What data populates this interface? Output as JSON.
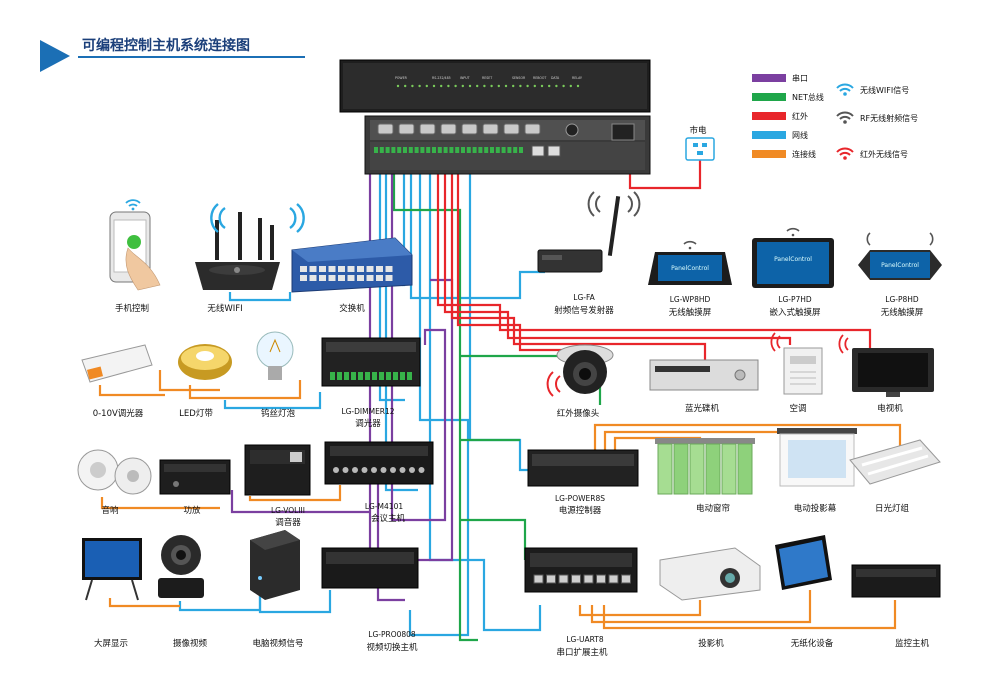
{
  "header": {
    "title": "可编程控制主机系统连接图"
  },
  "colors": {
    "serial": "#7b3fa0",
    "net": "#1fa64a",
    "ir": "#e8262b",
    "network": "#2aa7e1",
    "link": "#f08a24",
    "brand_blue": "#1b6fb5"
  },
  "legend": {
    "lines": [
      {
        "label": "串口",
        "color": "#7b3fa0"
      },
      {
        "label": "NET总线",
        "color": "#1fa64a"
      },
      {
        "label": "红外",
        "color": "#e8262b"
      },
      {
        "label": "网线",
        "color": "#2aa7e1"
      },
      {
        "label": "连接线",
        "color": "#f08a24"
      }
    ],
    "signals": [
      {
        "label": "无线WIFI信号",
        "icon": "wifi-icon",
        "color": "#2aa7e1"
      },
      {
        "label": "RF无线射频信号",
        "icon": "rf-signal-icon",
        "color": "#555555"
      },
      {
        "label": "红外无线信号",
        "icon": "ir-signal-icon",
        "color": "#e8262b"
      }
    ]
  },
  "power": {
    "label": "市电"
  },
  "host_panel": {
    "front": [
      "POWER",
      "RS-232/485",
      "INPUT",
      "RESET",
      "SENSOR",
      "REBOOT",
      "DATA",
      "RELAY"
    ]
  },
  "devices": {
    "phone": {
      "label": "手机控制"
    },
    "wifi_router": {
      "label": "无线WIFI"
    },
    "switch": {
      "label": "交换机"
    },
    "rf_emitter": {
      "model": "LG-FA",
      "label": "射频信号发射器"
    },
    "wp8hd": {
      "model": "LG-WP8HD",
      "label": "无线触摸屏",
      "screen_text": "PanelControl"
    },
    "p7hd": {
      "model": "LG-P7HD",
      "label": "嵌入式触摸屏",
      "screen_text": "PanelControl"
    },
    "p8hd": {
      "model": "LG-P8HD",
      "label": "无线触摸屏",
      "screen_text": "PanelControl"
    },
    "dimmer_010v": {
      "label": "0-10V调光器"
    },
    "led_strip": {
      "label": "LED灯带"
    },
    "bulb": {
      "label": "钨丝灯泡"
    },
    "dimmer12": {
      "model": "LG-DIMMER12",
      "label": "调光器"
    },
    "ir_camera": {
      "label": "红外摄像头"
    },
    "bluray": {
      "label": "蓝光碟机"
    },
    "ac": {
      "label": "空调"
    },
    "tv": {
      "label": "电视机"
    },
    "speaker": {
      "label": "音响"
    },
    "amplifier": {
      "label": "功放"
    },
    "voliii": {
      "model": "LG-VOLIII",
      "label": "调音器"
    },
    "m4101": {
      "model": "LG-M4101",
      "label": "会议主机"
    },
    "power8s": {
      "model": "LG-POWER8S",
      "label": "电源控制器"
    },
    "curtain": {
      "label": "电动窗帘"
    },
    "screen": {
      "label": "电动投影幕"
    },
    "fluorescent": {
      "label": "日光灯组"
    },
    "big_display": {
      "label": "大屏显示"
    },
    "ptz_camera": {
      "label": "摄像视频"
    },
    "pc": {
      "label": "电脑视频信号"
    },
    "pro0808": {
      "model": "LG-PRO0808",
      "label": "视频切换主机"
    },
    "uart8": {
      "model": "LG-UART8",
      "label": "串口扩展主机"
    },
    "projector": {
      "label": "投影机"
    },
    "paperless": {
      "label": "无纸化设备"
    },
    "monitor_host": {
      "label": "监控主机"
    }
  }
}
